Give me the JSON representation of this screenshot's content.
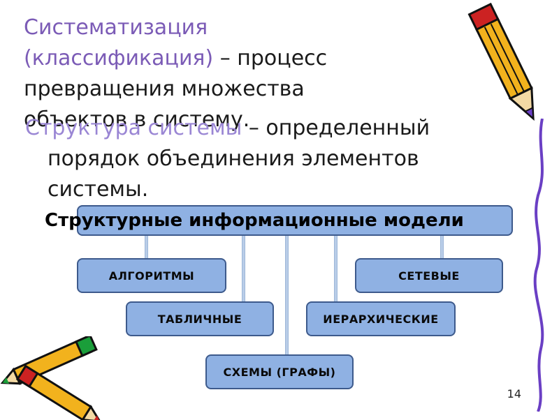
{
  "paragraph1": {
    "term": "Систематизация",
    "term_cont": "(классификация)",
    "line2_rest": " – процесс",
    "line3": "превращения множества",
    "line4": "объектов в систему."
  },
  "paragraph2": {
    "term": "Структура системы",
    "line1_rest": " – определенный",
    "line2": "порядок объединения элементов",
    "line3": "системы."
  },
  "diagram": {
    "title": "Структурные информационные модели",
    "nodes": {
      "algorithms": "АЛГОРИТМЫ",
      "network": "СЕТЕВЫЕ",
      "tabular": "ТАБЛИЧНЫЕ",
      "hierarchical": "ИЕРАРХИЧЕСКИЕ",
      "schemes": "СХЕМЫ (ГРАФЫ)"
    }
  },
  "slide_number": "14",
  "colors": {
    "term": "#7b5bb6",
    "node_fill": "#8fb1e3",
    "node_border": "#3d5a8c",
    "ribbon": "#6a3fc4"
  }
}
